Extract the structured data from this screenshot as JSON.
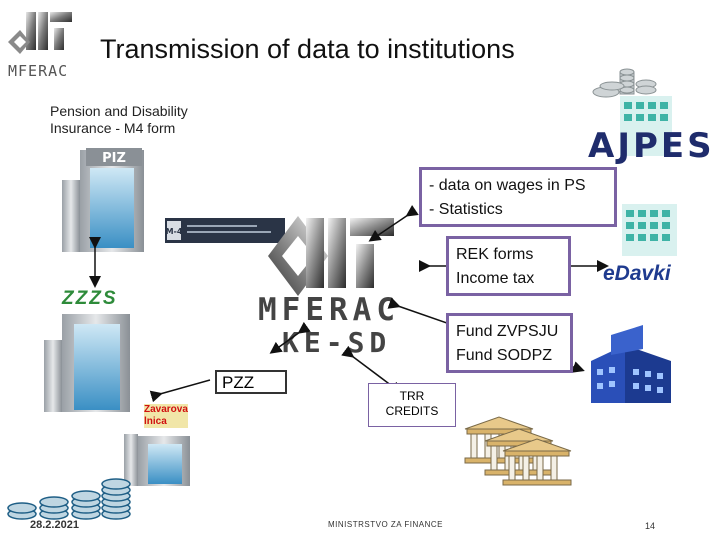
{
  "header": {
    "title": "Transmission of data to institutions",
    "logo_text": "MFERAC"
  },
  "pension_label": {
    "line1": "Pension and Disability",
    "line2": "Insurance - M4 form"
  },
  "m4_form_label": "M-4",
  "center_logo": {
    "line1": "MFERAC",
    "line2": "KE-SD"
  },
  "boxes": {
    "ajpes": {
      "line1": "- data on wages in PS",
      "line2": "- Statistics"
    },
    "edavki": {
      "line1": "REK forms",
      "line2": "Income tax"
    },
    "fund": {
      "line1": "Fund ZVPSJU",
      "line2": "Fund SODPZ"
    },
    "pzz": "PZZ",
    "trr": {
      "line1": "TRR",
      "line2": "CREDITS"
    }
  },
  "institutions": {
    "ajpes_logo": "AJPES",
    "edavki_logo": "eDavki",
    "zzzs_logo": "ZZZS",
    "zavarovalnica": {
      "line1": "Zavarova",
      "line2": "lnica"
    }
  },
  "footer": {
    "date": "28.2.2021",
    "ministry": "MINISTRSTVO ZA FINANCE",
    "page": "14"
  },
  "colors": {
    "box_border": "#7a62a3",
    "ajpes_blue": "#1f2c6c",
    "edavki_red": "#c8102e",
    "zzzs_green": "#2e8b3a",
    "zavarovalnica_red": "#d01010"
  }
}
